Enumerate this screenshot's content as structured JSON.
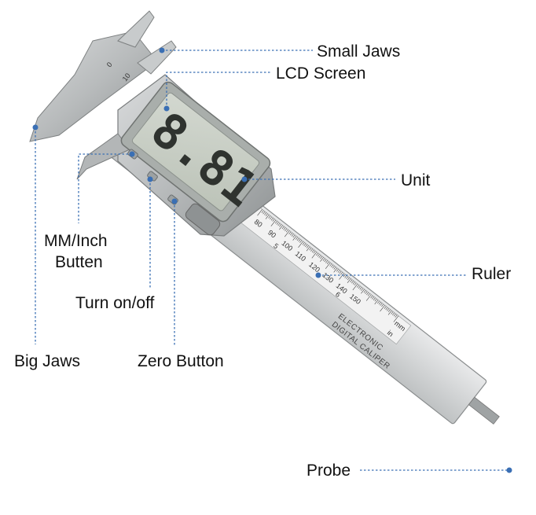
{
  "labels": {
    "small_jaws": "Small Jaws",
    "lcd_screen": "LCD Screen",
    "unit": "Unit",
    "mm_inch_button_line1": "MM/Inch",
    "mm_inch_button_line2": "Butten",
    "ruler": "Ruler",
    "turn_on_off": "Turn on/off",
    "big_jaws": "Big Jaws",
    "zero_button": "Zero Button",
    "probe": "Probe"
  },
  "device": {
    "lcd_reading": "8.81",
    "body_text_line1": "ELECTRONIC",
    "body_text_line2": "DIGITAL CALIPER",
    "unit_mm": "mm",
    "unit_in": "in",
    "ruler_top_numbers": [
      "0",
      "10",
      "80",
      "90",
      "100",
      "110",
      "120",
      "130",
      "140",
      "150"
    ],
    "ruler_bottom_numbers": [
      "5",
      "6"
    ]
  },
  "colors": {
    "leader_line": "#3a6fb4",
    "caliper_metal": "#b9bcbd",
    "lcd_background": "#c9cfc6"
  }
}
